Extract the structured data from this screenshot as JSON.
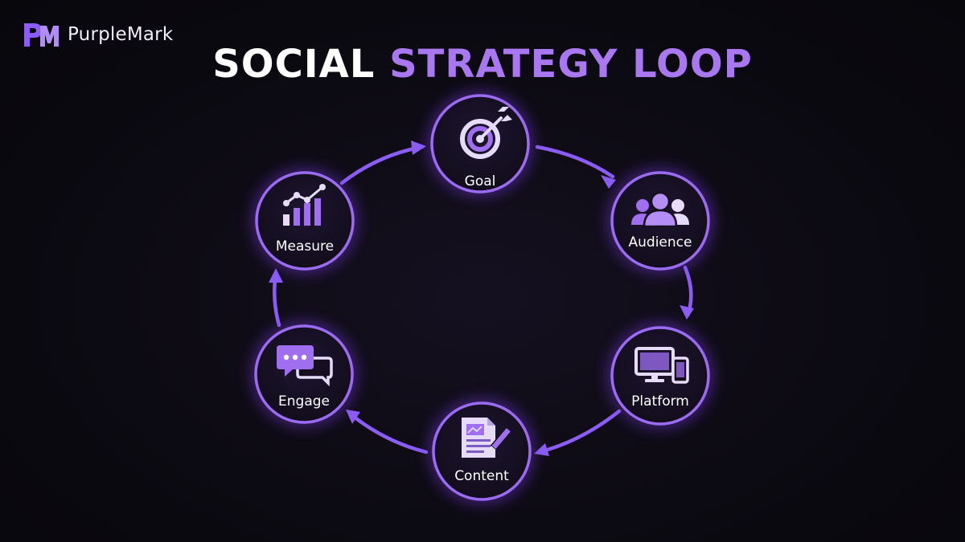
{
  "brand": {
    "name": "PurpleMark",
    "logo_icon": "pm-monogram-icon"
  },
  "title": {
    "part1": "SOCIAL",
    "part2": "STRATEGY LOOP"
  },
  "colors": {
    "background": "#0b0910",
    "accent": "#a977f0",
    "ring": "#8b5cf6",
    "node_fill": "#150f20",
    "icon_light": "#e6dcf9",
    "icon_purple": "#9f6ff0"
  },
  "nodes": [
    {
      "label": "Goal",
      "icon": "target-icon"
    },
    {
      "label": "Audience",
      "icon": "users-icon"
    },
    {
      "label": "Platform",
      "icon": "devices-icon"
    },
    {
      "label": "Content",
      "icon": "document-edit-icon"
    },
    {
      "label": "Engage",
      "icon": "chat-bubbles-icon"
    },
    {
      "label": "Measure",
      "icon": "analytics-chart-icon"
    }
  ]
}
